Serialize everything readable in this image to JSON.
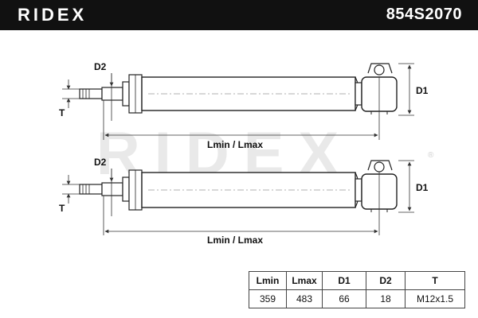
{
  "header": {
    "brand": "RIDEX",
    "part_number": "854S2070"
  },
  "watermark": "RIDEX",
  "watermark_mark": "®",
  "diagram": {
    "labels": {
      "d2": "D2",
      "d1": "D1",
      "t": "T",
      "length": "Lmin / Lmax"
    }
  },
  "spec_table": {
    "headers": [
      "Lmin",
      "Lmax",
      "D1",
      "D2",
      "T"
    ],
    "values": [
      "359",
      "483",
      "66",
      "18",
      "M12x1.5"
    ]
  }
}
